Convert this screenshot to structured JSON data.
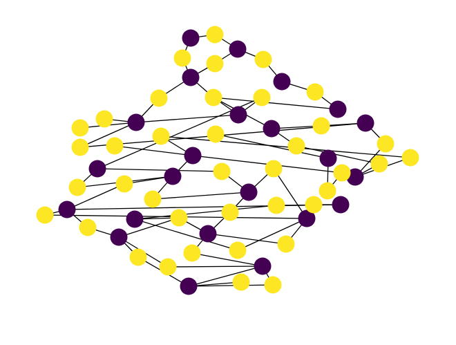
{
  "graph": {
    "colors": {
      "class_a": "#440154",
      "class_b": "#fde725",
      "edge": "#000000",
      "background": "#ffffff"
    },
    "nodes": [
      {
        "id": "n1",
        "cls": "class_a"
      },
      {
        "id": "n2",
        "cls": "class_b"
      },
      {
        "id": "n3",
        "cls": "class_a"
      },
      {
        "id": "n4",
        "cls": "class_b"
      },
      {
        "id": "n5",
        "cls": "class_b"
      },
      {
        "id": "n6",
        "cls": "class_b"
      },
      {
        "id": "n7",
        "cls": "class_a"
      },
      {
        "id": "n8",
        "cls": "class_a"
      },
      {
        "id": "n9",
        "cls": "class_b"
      },
      {
        "id": "n10",
        "cls": "class_b"
      },
      {
        "id": "n11",
        "cls": "class_b"
      },
      {
        "id": "n12",
        "cls": "class_a"
      },
      {
        "id": "n13",
        "cls": "class_a"
      },
      {
        "id": "n14",
        "cls": "class_a"
      },
      {
        "id": "n15",
        "cls": "class_b"
      },
      {
        "id": "n16",
        "cls": "class_b"
      },
      {
        "id": "n17",
        "cls": "class_b"
      },
      {
        "id": "n18",
        "cls": "class_b"
      },
      {
        "id": "n19",
        "cls": "class_a"
      },
      {
        "id": "n20",
        "cls": "class_b"
      },
      {
        "id": "n21",
        "cls": "class_a"
      },
      {
        "id": "n22",
        "cls": "class_b"
      },
      {
        "id": "n23",
        "cls": "class_b"
      },
      {
        "id": "n24",
        "cls": "class_b"
      },
      {
        "id": "n25",
        "cls": "class_a"
      },
      {
        "id": "n26",
        "cls": "class_b"
      },
      {
        "id": "n27",
        "cls": "class_b"
      },
      {
        "id": "n28",
        "cls": "class_b"
      },
      {
        "id": "n29",
        "cls": "class_a"
      },
      {
        "id": "n30",
        "cls": "class_b"
      },
      {
        "id": "n31",
        "cls": "class_b"
      },
      {
        "id": "n32",
        "cls": "class_a"
      },
      {
        "id": "n33",
        "cls": "class_b"
      },
      {
        "id": "n34",
        "cls": "class_a"
      },
      {
        "id": "n35",
        "cls": "class_b"
      },
      {
        "id": "n36",
        "cls": "class_b"
      },
      {
        "id": "n37",
        "cls": "class_a"
      },
      {
        "id": "n38",
        "cls": "class_b"
      },
      {
        "id": "n39",
        "cls": "class_a"
      },
      {
        "id": "n40",
        "cls": "class_b"
      },
      {
        "id": "n41",
        "cls": "class_a"
      },
      {
        "id": "n42",
        "cls": "class_b"
      },
      {
        "id": "n43",
        "cls": "class_b"
      },
      {
        "id": "n44",
        "cls": "class_b"
      },
      {
        "id": "n45",
        "cls": "class_a"
      },
      {
        "id": "n46",
        "cls": "class_b"
      },
      {
        "id": "n47",
        "cls": "class_a"
      },
      {
        "id": "n48",
        "cls": "class_b"
      },
      {
        "id": "n49",
        "cls": "class_a"
      },
      {
        "id": "n50",
        "cls": "class_b"
      },
      {
        "id": "n51",
        "cls": "class_b"
      },
      {
        "id": "n52",
        "cls": "class_a"
      },
      {
        "id": "n53",
        "cls": "class_b"
      },
      {
        "id": "n54",
        "cls": "class_b"
      },
      {
        "id": "n55",
        "cls": "class_b"
      },
      {
        "id": "n56",
        "cls": "class_a"
      },
      {
        "id": "n57",
        "cls": "class_b"
      },
      {
        "id": "n58",
        "cls": "class_b"
      },
      {
        "id": "n59",
        "cls": "class_a"
      },
      {
        "id": "n60",
        "cls": "class_b"
      },
      {
        "id": "n61",
        "cls": "class_a"
      },
      {
        "id": "n62",
        "cls": "class_b"
      }
    ],
    "edges": [
      [
        "n1",
        "n2"
      ],
      [
        "n2",
        "n3"
      ],
      [
        "n1",
        "n4"
      ],
      [
        "n4",
        "n7"
      ],
      [
        "n7",
        "n5"
      ],
      [
        "n5",
        "n3"
      ],
      [
        "n3",
        "n6"
      ],
      [
        "n6",
        "n8"
      ],
      [
        "n8",
        "n10"
      ],
      [
        "n10",
        "n12"
      ],
      [
        "n12",
        "n11"
      ],
      [
        "n11",
        "n13"
      ],
      [
        "n13",
        "n14"
      ],
      [
        "n14",
        "n15"
      ],
      [
        "n7",
        "n9"
      ],
      [
        "n9",
        "n14"
      ],
      [
        "n7",
        "n11"
      ],
      [
        "n11",
        "n19"
      ],
      [
        "n17",
        "n14"
      ],
      [
        "n14",
        "n18"
      ],
      [
        "n18",
        "n21"
      ],
      [
        "n21",
        "n22"
      ],
      [
        "n22",
        "n25"
      ],
      [
        "n25",
        "n24"
      ],
      [
        "n24",
        "n23"
      ],
      [
        "n23",
        "n19"
      ],
      [
        "n19",
        "n20"
      ],
      [
        "n20",
        "n21"
      ],
      [
        "n25",
        "n26"
      ],
      [
        "n26",
        "n28"
      ],
      [
        "n28",
        "n29"
      ],
      [
        "n29",
        "n30"
      ],
      [
        "n30",
        "n31"
      ],
      [
        "n31",
        "n32"
      ],
      [
        "n32",
        "n33"
      ],
      [
        "n16",
        "n13"
      ],
      [
        "n16",
        "n34"
      ],
      [
        "n34",
        "n35"
      ],
      [
        "n35",
        "n37"
      ],
      [
        "n37",
        "n36"
      ],
      [
        "n36",
        "n41"
      ],
      [
        "n41",
        "n42"
      ],
      [
        "n42",
        "n45"
      ],
      [
        "n45",
        "n50"
      ],
      [
        "n50",
        "n49"
      ],
      [
        "n49",
        "n44"
      ],
      [
        "n44",
        "n39"
      ],
      [
        "n39",
        "n38"
      ],
      [
        "n38",
        "n34"
      ],
      [
        "n27",
        "n29"
      ],
      [
        "n29",
        "n37"
      ],
      [
        "n37",
        "n43"
      ],
      [
        "n43",
        "n39"
      ],
      [
        "n39",
        "n40"
      ],
      [
        "n40",
        "n45"
      ],
      [
        "n45",
        "n53"
      ],
      [
        "n53",
        "n52"
      ],
      [
        "n52",
        "n51"
      ],
      [
        "n51",
        "n56"
      ],
      [
        "n56",
        "n57"
      ],
      [
        "n57",
        "n61"
      ],
      [
        "n61",
        "n59"
      ],
      [
        "n59",
        "n55"
      ],
      [
        "n55",
        "n49"
      ],
      [
        "n49",
        "n51"
      ],
      [
        "n47",
        "n48"
      ],
      [
        "n48",
        "n52"
      ],
      [
        "n46",
        "n47"
      ],
      [
        "n47",
        "n41"
      ],
      [
        "n41",
        "n54"
      ],
      [
        "n54",
        "n56"
      ],
      [
        "n56",
        "n58"
      ],
      [
        "n58",
        "n59"
      ],
      [
        "n59",
        "n60"
      ],
      [
        "n60",
        "n61"
      ],
      [
        "n61",
        "n62"
      ]
    ]
  }
}
